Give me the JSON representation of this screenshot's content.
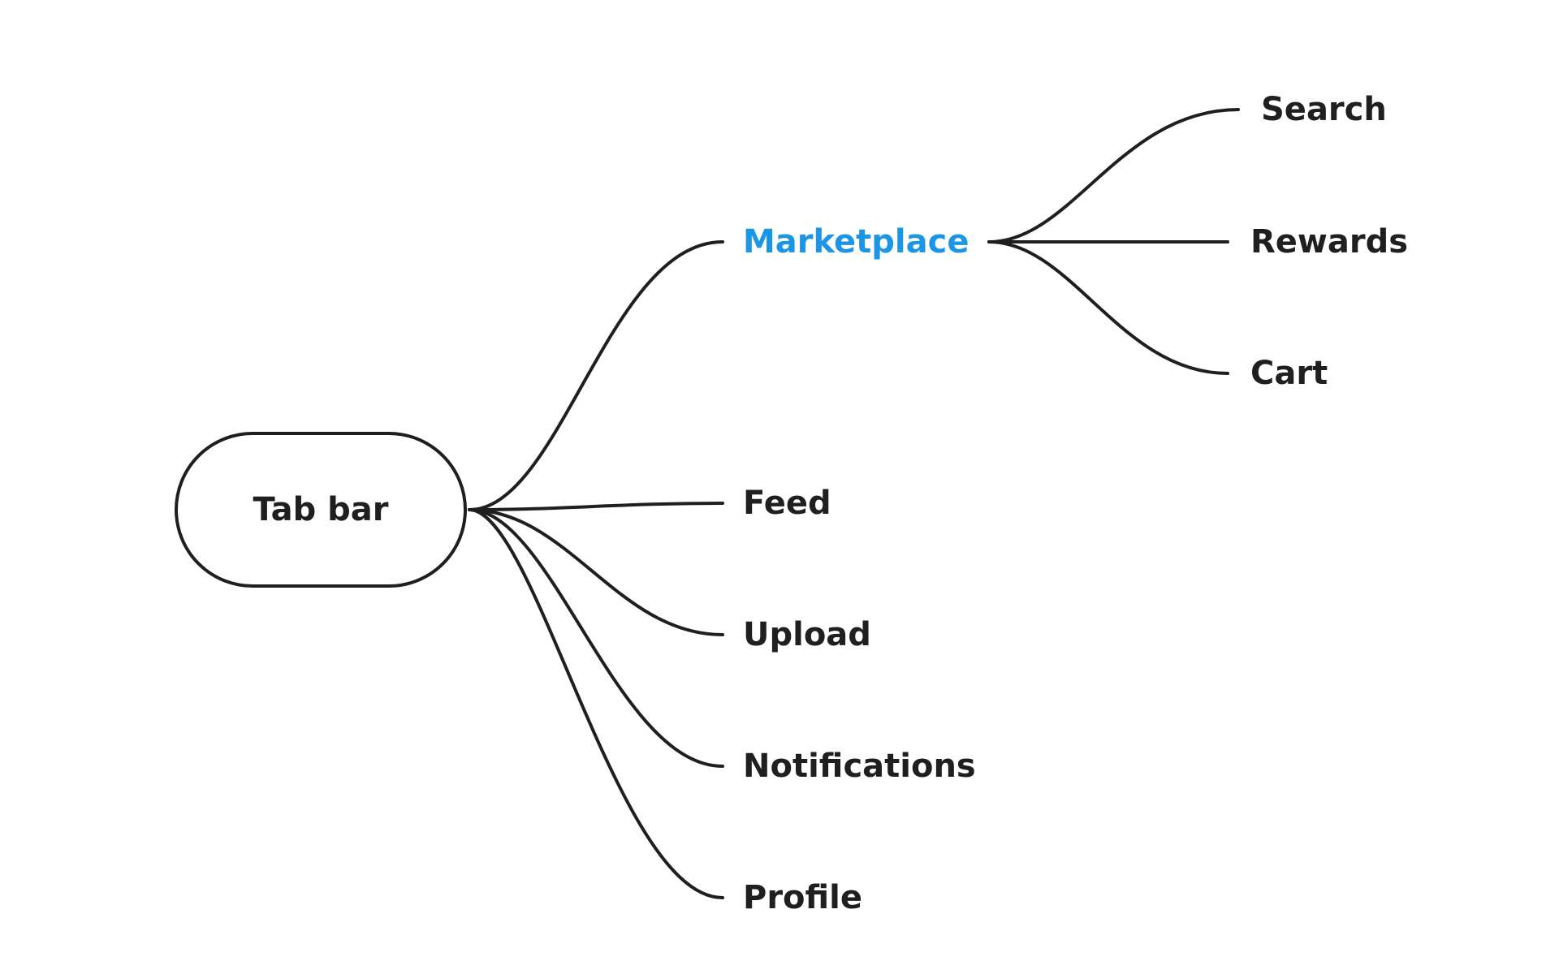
{
  "diagram": {
    "root": {
      "label": "Tab bar"
    },
    "tabs": [
      {
        "label": "Marketplace",
        "highlighted": true,
        "children": [
          {
            "label": "Search"
          },
          {
            "label": "Rewards"
          },
          {
            "label": "Cart"
          }
        ]
      },
      {
        "label": "Feed",
        "highlighted": false
      },
      {
        "label": "Upload",
        "highlighted": false
      },
      {
        "label": "Notifications",
        "highlighted": false
      },
      {
        "label": "Profile",
        "highlighted": false
      }
    ]
  },
  "colors": {
    "line": "#1f1f1f",
    "text": "#1f1f1f",
    "highlight": "#1b96e6",
    "background": "#ffffff"
  }
}
